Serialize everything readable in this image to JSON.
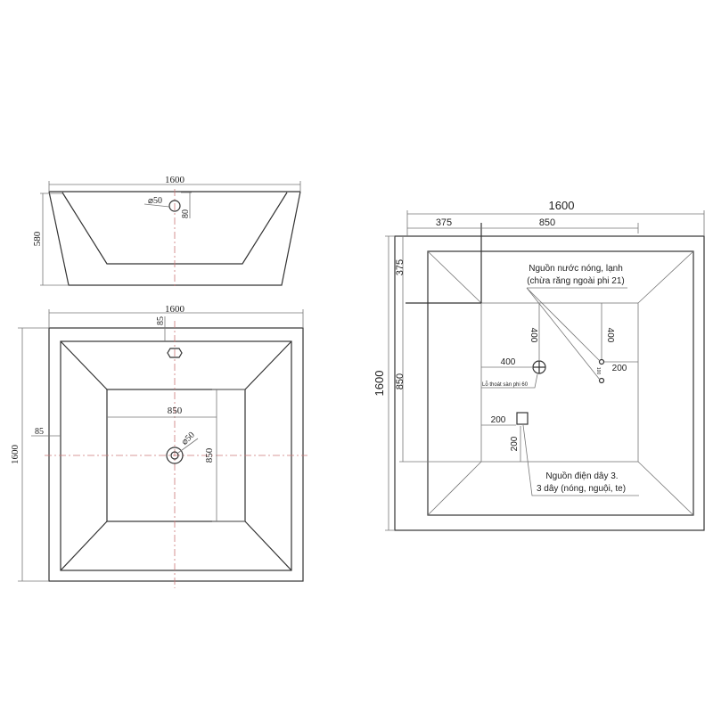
{
  "side_view": {
    "width": "1600",
    "height": "580",
    "overflow_dia": "⌀50",
    "overflow_offset": "80"
  },
  "plan_view": {
    "width": "1600",
    "depth": "1600",
    "rim_left": "85",
    "rim_top": "85",
    "basin_width": "850",
    "basin_depth": "850",
    "drain_dia": "⌀50"
  },
  "install_plan": {
    "width": "1600",
    "depth": "1600",
    "offset_x": "375",
    "basin_x": "850",
    "offset_y": "375",
    "basin_y": "850",
    "drain_from_wall": "400",
    "drain_from_top": "400",
    "drain_label": "Lỗ thoát sàn phi 60",
    "water_from_top": "400",
    "water_from_right": "200",
    "water_spacing": "100",
    "water_label_1": "Nguồn nước nóng, lạnh",
    "water_label_2": "(chừa răng ngoài phi 21)",
    "power_from_wall": "200",
    "power_from_bottom": "200",
    "power_label_1": "Nguồn điện dây 3.",
    "power_label_2": "3 dây (nóng, nguội, te)"
  }
}
